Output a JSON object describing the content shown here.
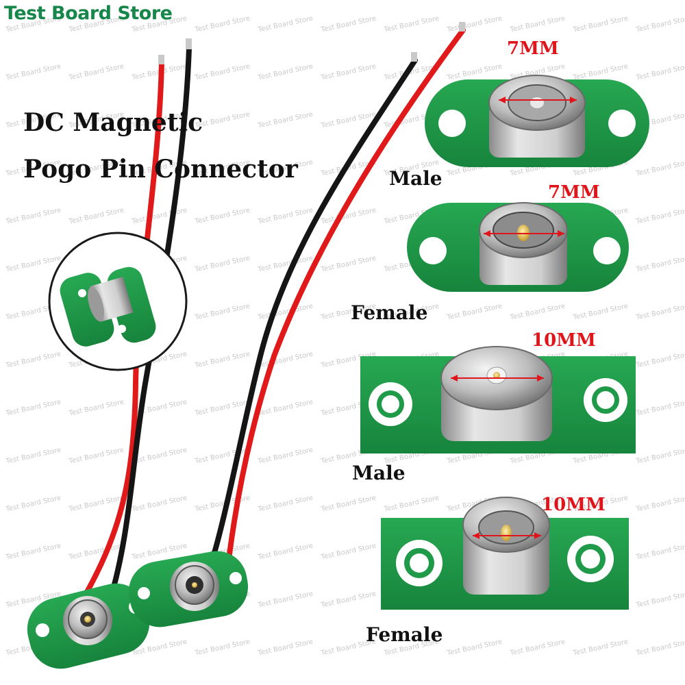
{
  "brand": {
    "name": "Test Board Store",
    "color": "#17864a"
  },
  "title": {
    "line1": "DC Magnetic",
    "line2": "Pogo Pin Connector"
  },
  "variants": [
    {
      "size": "7MM",
      "gender": "Male"
    },
    {
      "size": "7MM",
      "gender": "Female"
    },
    {
      "size": "10MM",
      "gender": "Male"
    },
    {
      "size": "10MM",
      "gender": "Female"
    }
  ],
  "watermark": "Test Board Store",
  "colors": {
    "pcb": "#1e9a48",
    "wire_red": "#e01a1a",
    "wire_black": "#151515",
    "dim_label": "#e0151b"
  }
}
